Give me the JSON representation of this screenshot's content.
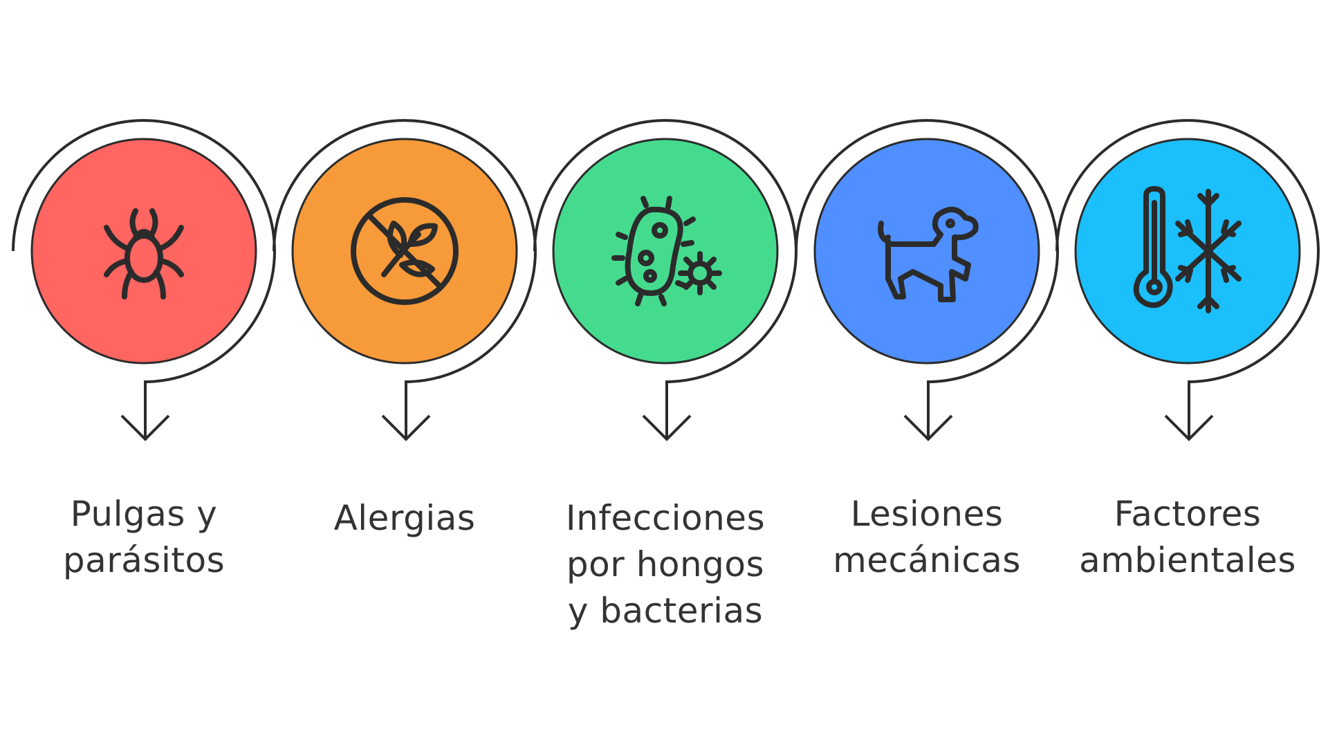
{
  "steps": [
    {
      "lines": [
        "Pulgas y",
        "parásitos"
      ],
      "icon": "tick-icon",
      "color": "#FF6561"
    },
    {
      "lines": [
        "Alergias"
      ],
      "icon": "no-plant-allergy-icon",
      "color": "#F79A3A"
    },
    {
      "lines": [
        "Infecciones",
        "por hongos",
        "y bacterias"
      ],
      "icon": "bacteria-icon",
      "color": "#45DB8F"
    },
    {
      "lines": [
        "Lesiones",
        "mecánicas"
      ],
      "icon": "dog-icon",
      "color": "#4F8FFF"
    },
    {
      "lines": [
        "Factores",
        "ambientales"
      ],
      "icon": "thermometer-snowflake-icon",
      "color": "#1BBFFB"
    }
  ]
}
